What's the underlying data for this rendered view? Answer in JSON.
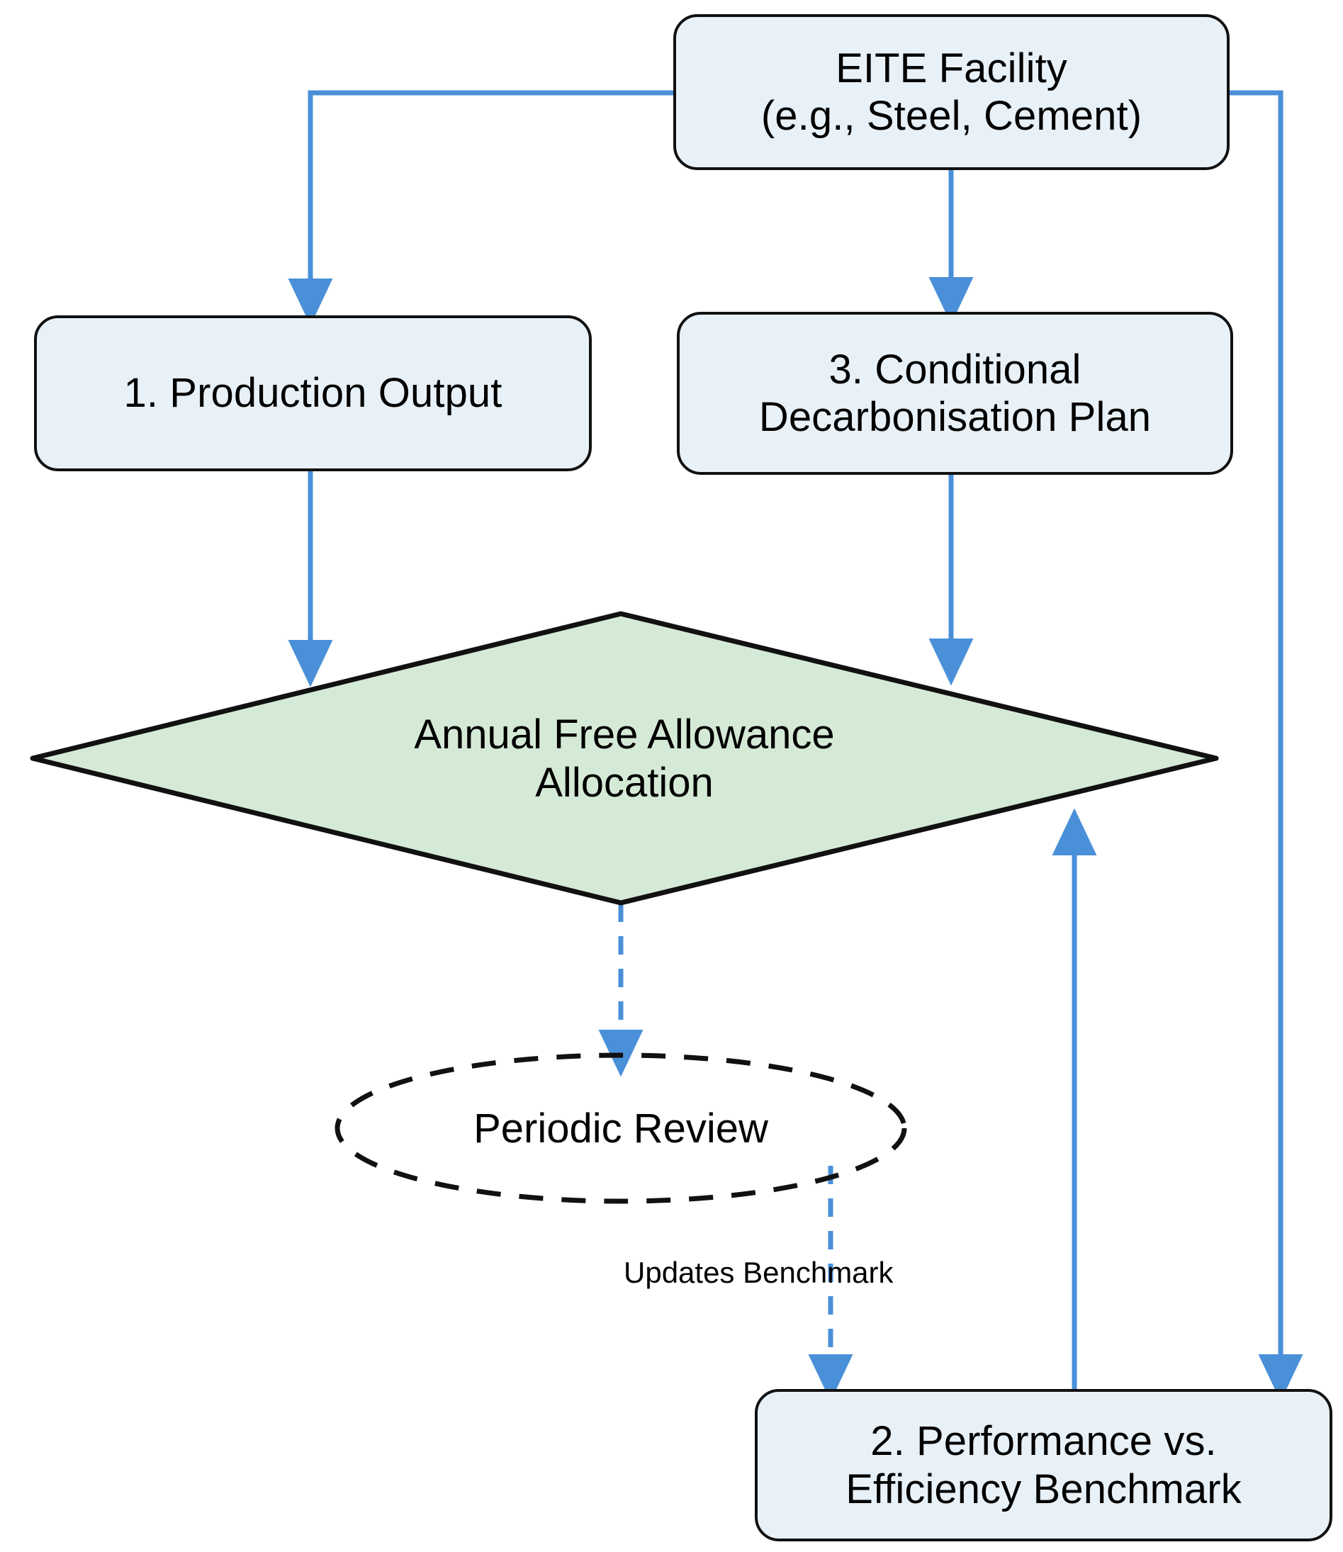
{
  "diagram": {
    "type": "flowchart",
    "title": "EITE Facility Free Allowance Allocation",
    "colors": {
      "process_fill": "#e8f1f8",
      "decision_fill": "#d5ead6",
      "node_stroke": "#111111",
      "edge_stroke": "#4a90d9",
      "dashed_node_stroke": "#111111",
      "text": "#000000",
      "background": "#ffffff"
    },
    "nodes": [
      {
        "id": "eite-facility",
        "shape": "rounded-rectangle",
        "label": "EITE Facility\n(e.g., Steel, Cement)",
        "fill": "#e8f1f8"
      },
      {
        "id": "production-output",
        "shape": "rounded-rectangle",
        "label": "1. Production Output",
        "fill": "#e8f1f8"
      },
      {
        "id": "decarbonisation-plan",
        "shape": "rounded-rectangle",
        "label": "3. Conditional\nDecarbonisation Plan",
        "fill": "#e8f1f8"
      },
      {
        "id": "allowance-allocation",
        "shape": "diamond",
        "label": "Annual Free Allowance\nAllocation",
        "fill": "#d5ead6"
      },
      {
        "id": "periodic-review",
        "shape": "dashed-ellipse",
        "label": "Periodic Review",
        "fill": "none"
      },
      {
        "id": "performance-benchmark",
        "shape": "rounded-rectangle",
        "label": "2. Performance vs.\nEfficiency Benchmark",
        "fill": "#e8f1f8"
      }
    ],
    "edges": [
      {
        "id": "eite-to-production",
        "from": "eite-facility",
        "to": "production-output",
        "style": "solid",
        "label": ""
      },
      {
        "id": "eite-to-plan",
        "from": "eite-facility",
        "to": "decarbonisation-plan",
        "style": "solid",
        "label": ""
      },
      {
        "id": "eite-to-performance",
        "from": "eite-facility",
        "to": "performance-benchmark",
        "style": "solid",
        "label": ""
      },
      {
        "id": "production-to-allocation",
        "from": "production-output",
        "to": "allowance-allocation",
        "style": "solid",
        "label": ""
      },
      {
        "id": "plan-to-allocation",
        "from": "decarbonisation-plan",
        "to": "allowance-allocation",
        "style": "solid",
        "label": ""
      },
      {
        "id": "performance-to-allocation",
        "from": "performance-benchmark",
        "to": "allowance-allocation",
        "style": "solid",
        "label": ""
      },
      {
        "id": "allocation-to-review",
        "from": "allowance-allocation",
        "to": "periodic-review",
        "style": "dashed",
        "label": ""
      },
      {
        "id": "review-to-performance",
        "from": "periodic-review",
        "to": "performance-benchmark",
        "style": "dashed",
        "label": "Updates Benchmark"
      }
    ]
  }
}
